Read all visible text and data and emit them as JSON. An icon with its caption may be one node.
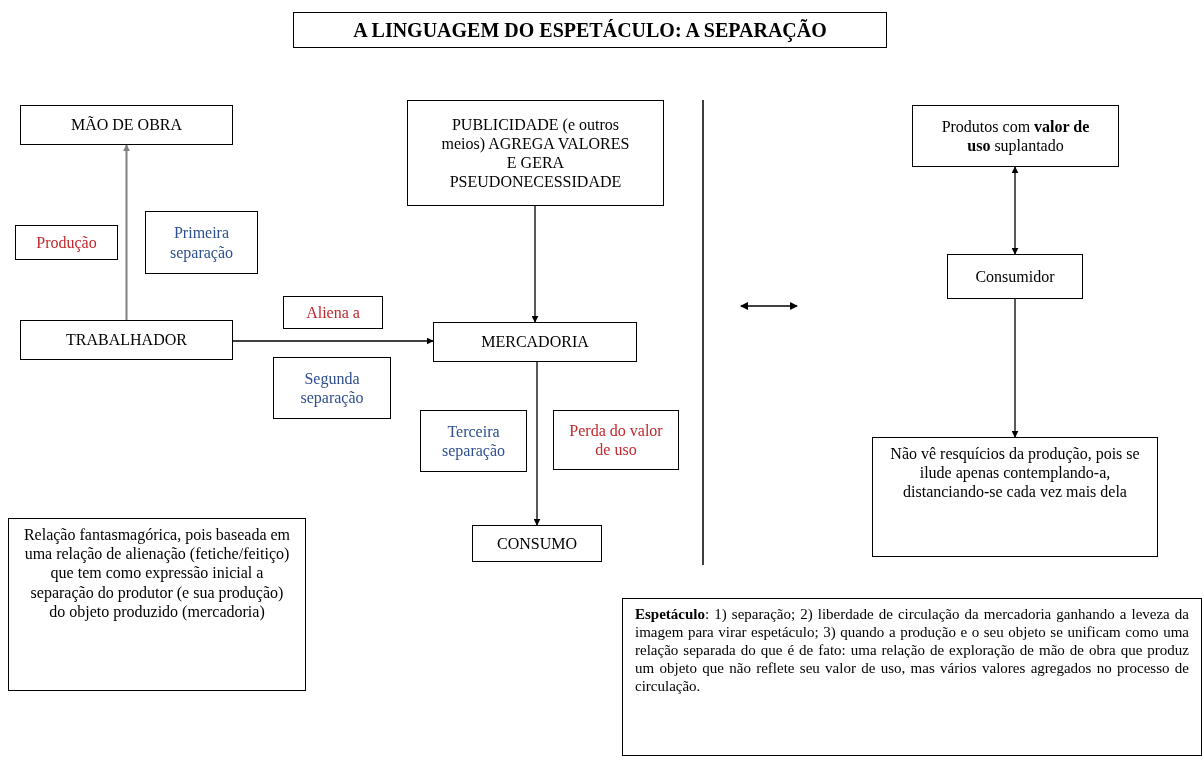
{
  "diagram": {
    "title": "A LINGUAGEM DO ESPETÁCULO: A SEPARAÇÃO",
    "nodes": [
      {
        "text": [
          "MÃO DE OBRA"
        ]
      },
      {
        "text": [
          "Produção"
        ]
      },
      {
        "text": [
          "Primeira separação"
        ]
      },
      {
        "text": [
          "TRABALHADOR"
        ]
      },
      {
        "text": [
          "Aliena a"
        ]
      },
      {
        "text": [
          "PUBLICIDADE (e outros meios) AGREGA VALORES E GERA PSEUDONECESSIDADE"
        ]
      },
      {
        "text": [
          "MERCADORIA"
        ]
      },
      {
        "text": [
          "Segunda separação"
        ]
      },
      {
        "text": [
          "Terceira separação"
        ]
      },
      {
        "text": [
          "Perda do valor de uso"
        ]
      },
      {
        "text": [
          "CONSUMO"
        ]
      },
      {
        "text": [
          "Relação fantasmagórica, pois baseada em uma relação de alienação (fetiche/feitiço) que tem como expressão inicial a separação do produtor (e sua produção) do objeto produzido (mercadoria)"
        ]
      },
      {
        "text": [
          "Produtos com **valor de uso** suplantado"
        ]
      },
      {
        "text": [
          "Consumidor"
        ]
      },
      {
        "text": [
          "Não vê resquícios da produção, pois se ilude apenas contemplando-a, distanciando-se cada vez mais dela"
        ]
      },
      {
        "text": [
          "**Espetáculo**: 1) separação; 2) liberdade de circulação da mercadoria ganhando a leveza da imagem para virar espetáculo; 3) quando a produção e o seu objeto se unificam como uma relação separada do que é de fato: uma relação de exploração de mão de obra que produz um objeto que não reflete seu valor de uso, mas vários valores agregados no processo de circulação."
        ]
      }
    ],
    "edges": [
      {
        "from": 3,
        "to": 0,
        "arrow": "to",
        "color": "#808080"
      },
      {
        "from": 3,
        "to": 6,
        "arrow": "to"
      },
      {
        "from": 5,
        "to": 6,
        "arrow": "to"
      },
      {
        "from": 6,
        "to": 10,
        "arrow": "to"
      },
      {
        "from": 12,
        "to": 13,
        "arrow": "both"
      },
      {
        "from": 13,
        "to": 14,
        "arrow": "to"
      }
    ]
  }
}
